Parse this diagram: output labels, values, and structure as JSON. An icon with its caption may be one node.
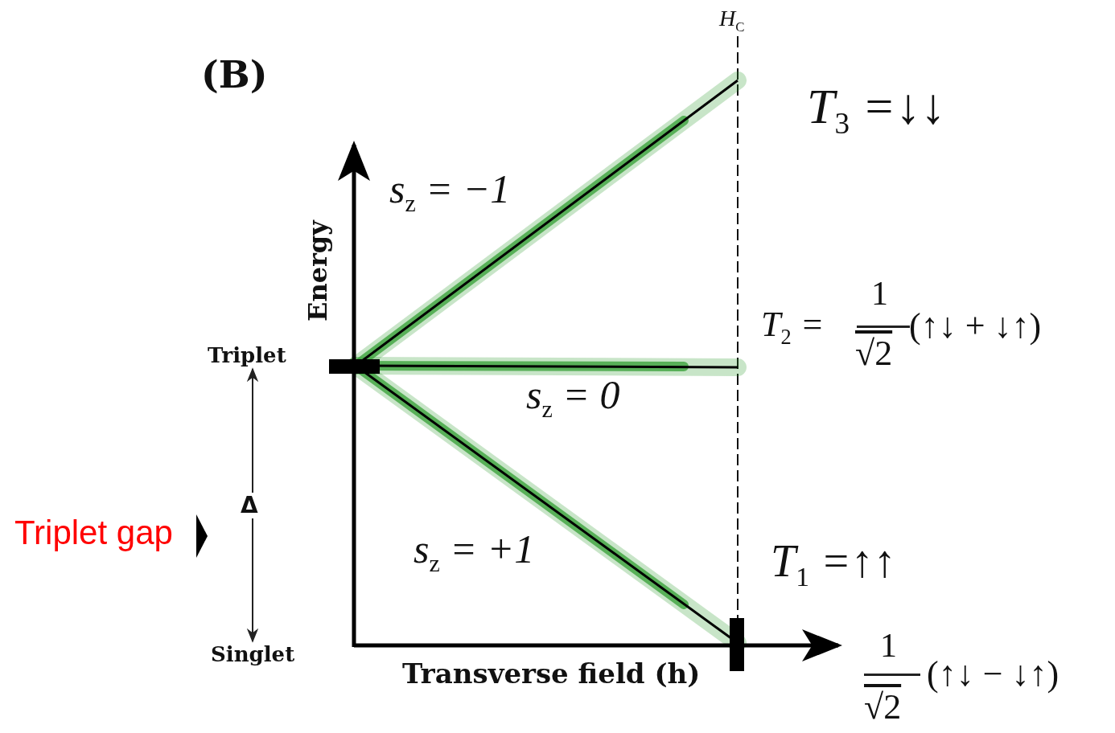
{
  "diagram": {
    "nodes": [
      {
        "text": [
          "Triplet"
        ]
      },
      {
        "text": [
          "Singlet"
        ]
      }
    ],
    "edges": [
      {
        "from": 1,
        "to": 0,
        "arrow": "both",
        "label": "Δ"
      }
    ],
    "labels": [
      "(B)",
      "H$_{C}$",
      "T$_{3}$ =↓↓",
      "Energy",
      "s$_{z}$ = −1",
      "T$_{2}$ =",
      "1",
      "√2",
      "(↑↓ + ↓↑)",
      "s$_{z}$ = 0",
      "Triplet gap",
      "s$_{z}$ = +1",
      "T$_{1}$ =↑↑",
      "Transverse field (h)",
      "1",
      "√2",
      "(↑↓ − ↓↑)"
    ]
  }
}
